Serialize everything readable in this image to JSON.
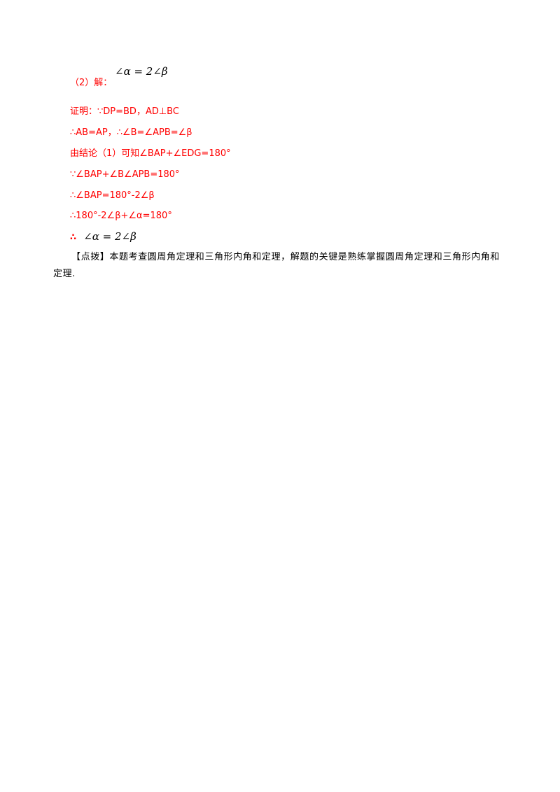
{
  "solution": {
    "label": "（2）解：",
    "formula_top": "∠α = 2∠β",
    "lines": [
      "证明：∵DP=BD，AD⊥BC",
      "∴AB=AP，∴∠B=∠APB=∠β",
      "由结论（1）可知∠BAP+∠EDG=180°",
      "∵∠BAP+∠B∠APB=180°",
      "∴∠BAP=180°-2∠β",
      "∴180°-2∠β+∠α=180°"
    ],
    "conclusion_symbol": "∴",
    "conclusion_formula": "∠α = 2∠β"
  },
  "hint": {
    "label": "【点拨】",
    "text": "本题考查圆周角定理和三角形内角和定理，解题的关键是熟练掌握圆周角定理和三角形内角和定理."
  },
  "colors": {
    "solution": "#ff0000",
    "body": "#000000"
  }
}
